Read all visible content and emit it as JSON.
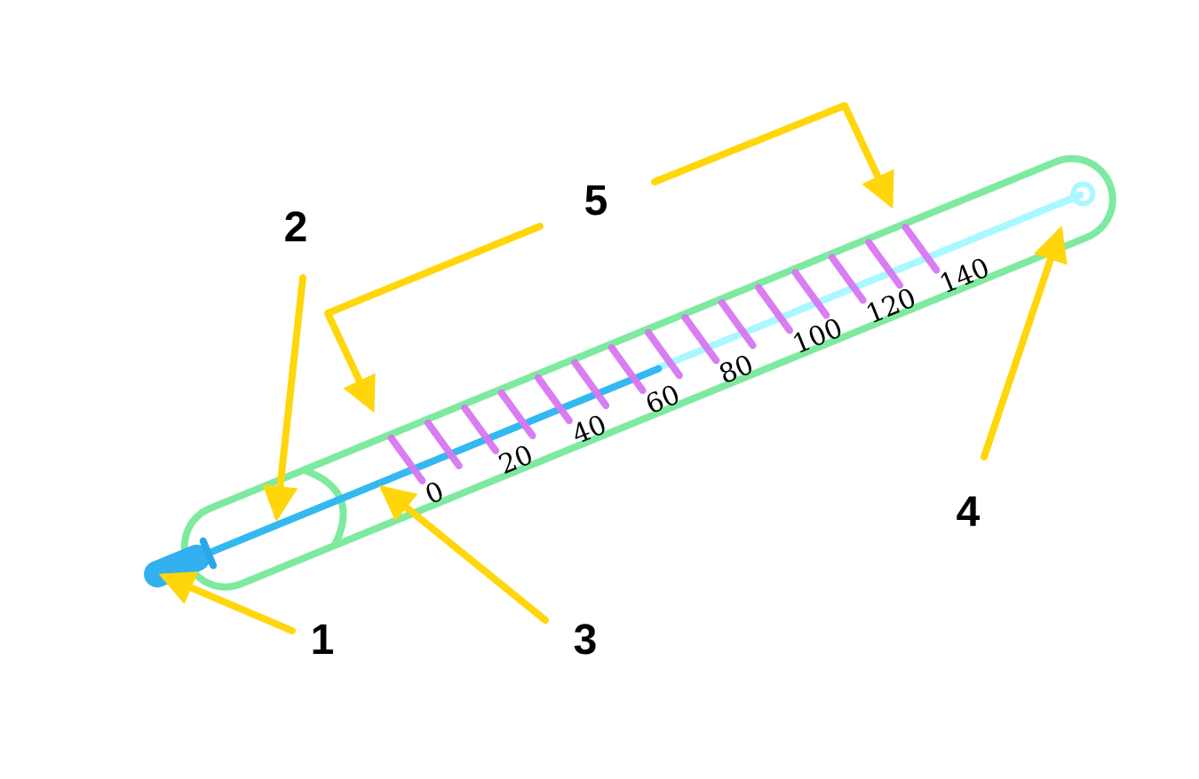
{
  "colors": {
    "glass": "#7deaa0",
    "liquid": "#33b8f0",
    "empty_capillary": "#aaf8ff",
    "ticks": "#d977f2",
    "pointers": "#ffd60a",
    "bulb": "#33b0f0"
  },
  "callouts": [
    "1",
    "2",
    "3",
    "4",
    "5"
  ],
  "scale": {
    "labels": [
      "0",
      "20",
      "40",
      "60",
      "80",
      "100",
      "120",
      "140"
    ],
    "liquid_level": 60
  }
}
